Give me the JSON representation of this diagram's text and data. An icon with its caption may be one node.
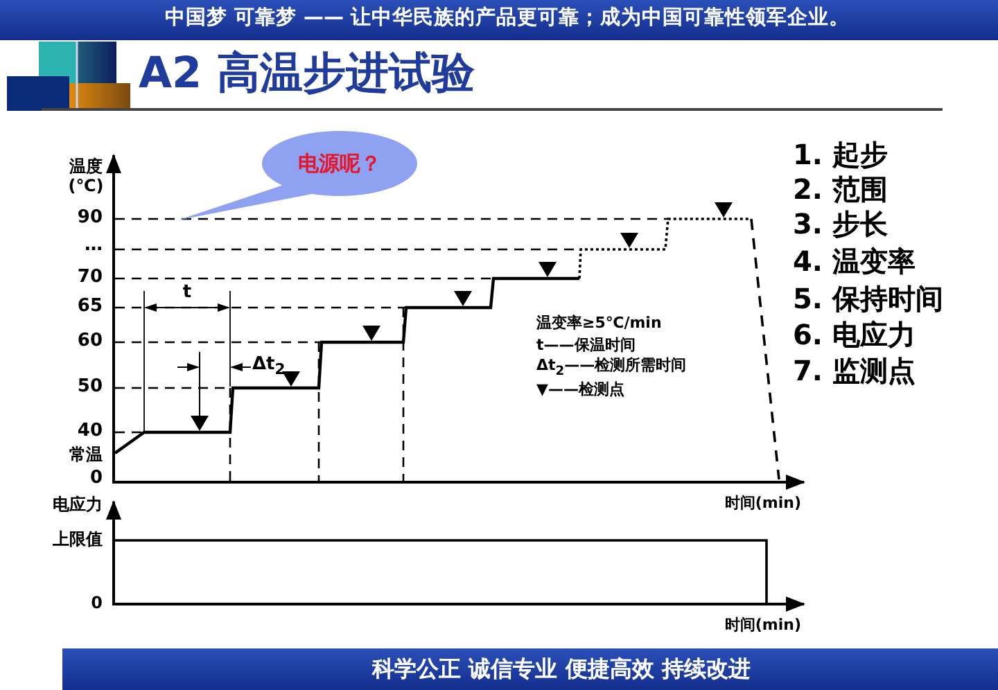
{
  "diagram": {
    "title": "A2 高温步进试验",
    "nodes": [
      {
        "text": [
          "电源呢？"
        ]
      }
    ],
    "labels": [
      "中国梦 可靠梦 —— 让中华民族的产品更可靠；成为中国可靠性领军企业。",
      "温度 (℃)",
      "1. 起步",
      "2. 范围",
      "3. 步长",
      "4. 温变率",
      "5. 保持时间",
      "6. 电应力",
      "7. 监测点",
      "90",
      "…",
      "70",
      "65",
      "60",
      "50",
      "40",
      "常温",
      "0",
      "t",
      "Δt$_{2}$",
      "温变率≥5℃/min",
      "t——保温时间",
      "Δt$_{2}$——检测所需时间",
      "▼——检测点",
      "时间(min)",
      "电应力",
      "上限值",
      "0",
      "时间(min)",
      "科学公正 诚信专业 便捷高效 持续改进"
    ]
  }
}
